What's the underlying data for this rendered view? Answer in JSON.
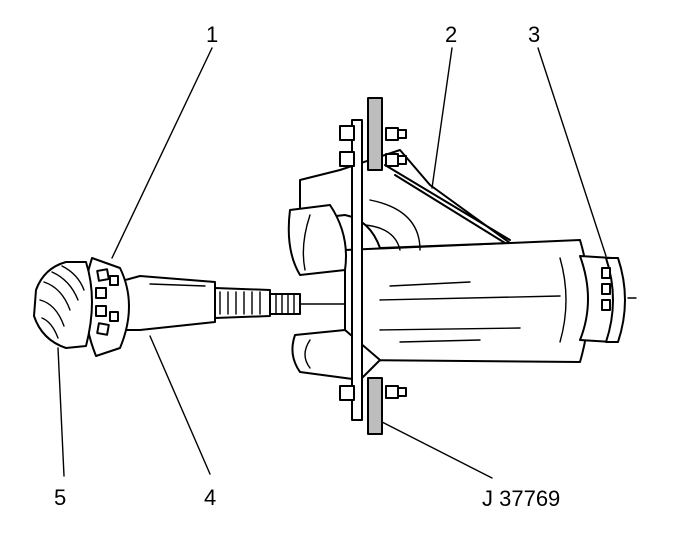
{
  "callouts": {
    "c1": "1",
    "c2": "2",
    "c3": "3",
    "c4": "4",
    "c5": "5",
    "tool": "J 37769"
  },
  "parts": [
    "pinion-gear",
    "rear-pinion-bearing",
    "pinion-shaft",
    "bearing-installer-tool",
    "installer-base-plate",
    "front-bearing-cup",
    "threaded-rod"
  ],
  "colors": {
    "ink": "#000000",
    "paper": "#ffffff",
    "stipple": "#bdbdbd"
  }
}
